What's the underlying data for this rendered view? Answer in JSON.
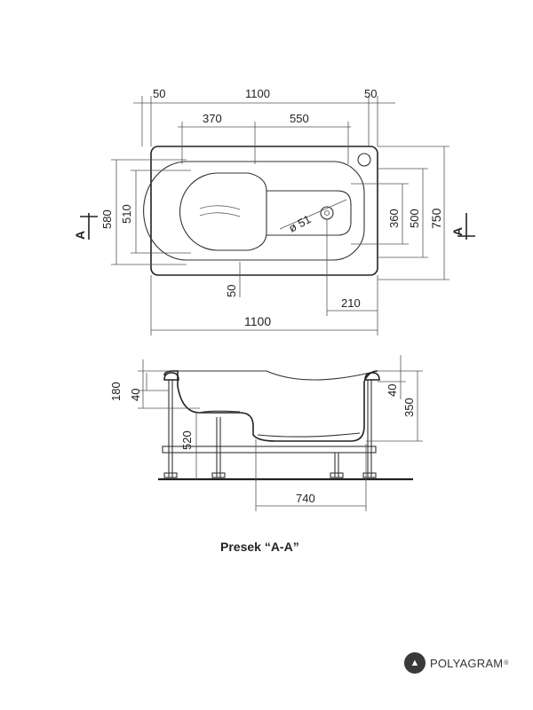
{
  "top_view": {
    "dims": {
      "rim_left": "50",
      "overall_top": "1100",
      "rim_right": "50",
      "seat": "370",
      "basin": "550",
      "width_outer": "580",
      "width_inner": "510",
      "drain_dia": "ø 51",
      "drain_w": "360",
      "basin_w": "500",
      "overall_w": "750",
      "bottom_gap": "50",
      "drain_off": "210",
      "overall_bottom": "1100",
      "cut_left": "A",
      "cut_right": "A"
    }
  },
  "section_view": {
    "dims": {
      "rim_h": "180",
      "rim_lip": "40",
      "seat_h": "520",
      "foot_len": "740",
      "right_lip": "40",
      "depth": "350"
    },
    "caption": "Presek “A-A”"
  },
  "brand": {
    "name": "POLYAGRAM",
    "reg": "®"
  },
  "colors": {
    "line": "#333333",
    "text": "#222222",
    "logo": "#3a3a3a"
  }
}
